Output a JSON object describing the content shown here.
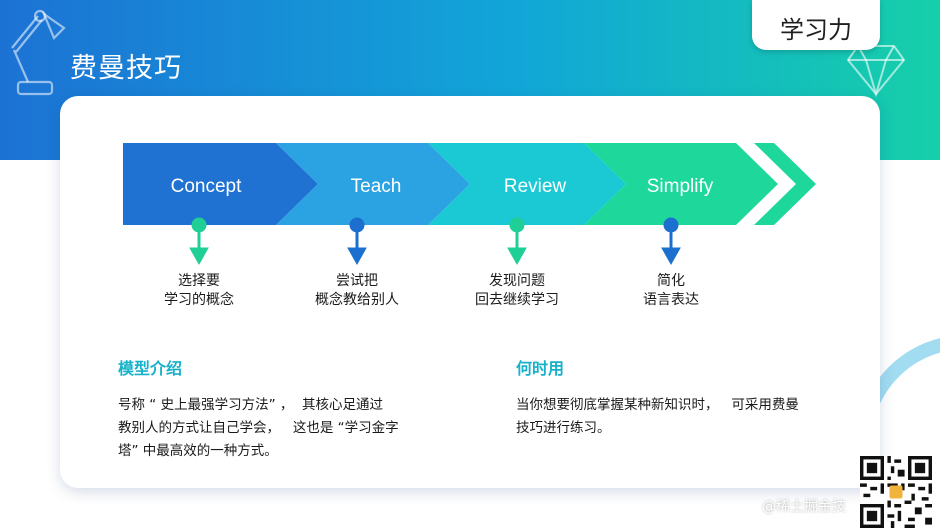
{
  "header": {
    "title": "费曼技巧",
    "tag": "学习力"
  },
  "steps": [
    {
      "label": "Concept",
      "desc": [
        "选择要",
        "学习的概念"
      ],
      "color": "#1f72d2",
      "marker_color": "#1fcf95"
    },
    {
      "label": "Teach",
      "desc": [
        "尝试把",
        "概念教给别人"
      ],
      "color": "#2ba3e3",
      "marker_color": "#1a6fcf"
    },
    {
      "label": "Review",
      "desc": [
        "发现问题",
        "回去继续学习"
      ],
      "color": "#1bc9d4",
      "marker_color": "#1fcf95"
    },
    {
      "label": "Simplify",
      "desc": [
        "简化",
        "语言表达"
      ],
      "color": "#1dd79b",
      "marker_color": "#1a6fcf"
    }
  ],
  "sections": {
    "model": {
      "title": "模型介绍",
      "body": "号称 “ 史上最强学习方法” ，  其核心足通过\n教别人的方式让自己学会，   这也是 “学习金字\n塔” 中最高效的一种方式。"
    },
    "when": {
      "title": "何时用",
      "body": "当你想要彻底掌握某种新知识时，   可采用费曼\n技巧进行练习。"
    }
  },
  "footer": {
    "watermark": "@稀土掘金技"
  }
}
